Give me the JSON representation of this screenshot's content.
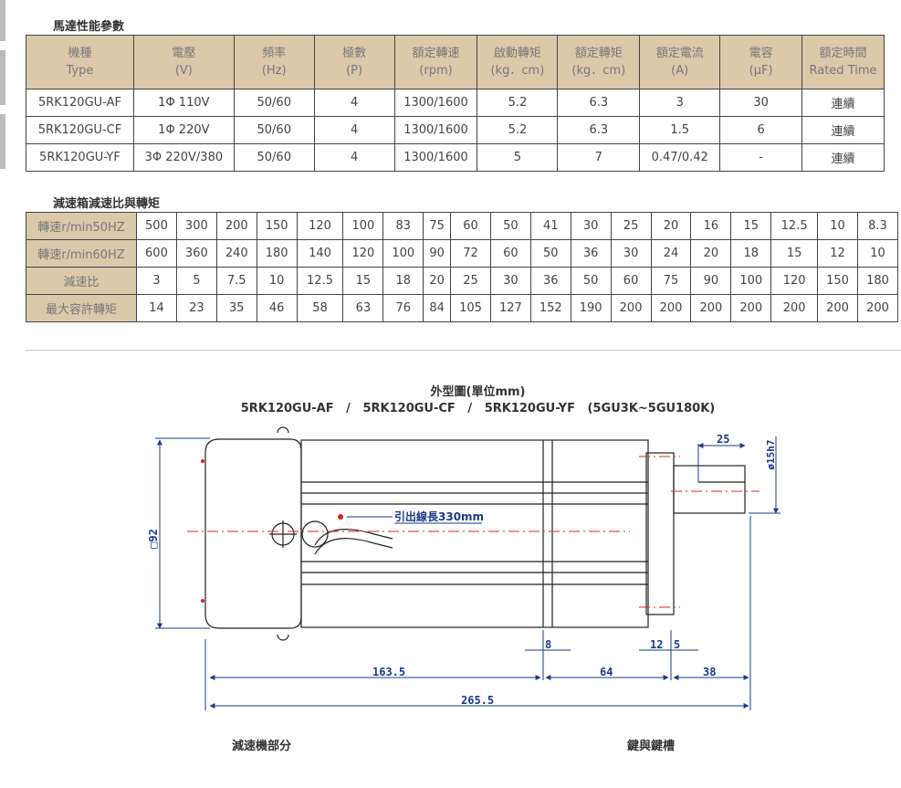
{
  "motor_section": {
    "title": "馬達性能參數",
    "headers": [
      [
        "機種",
        "Type"
      ],
      [
        "電壓",
        "(V)"
      ],
      [
        "頻率",
        "(Hz)"
      ],
      [
        "極數",
        "(P)"
      ],
      [
        "額定轉速",
        "(rpm)"
      ],
      [
        "啟動轉矩",
        "(kg．cm)"
      ],
      [
        "額定轉矩",
        "(kg．cm)"
      ],
      [
        "額定電流",
        "(A)"
      ],
      [
        "電容",
        "(μF)"
      ],
      [
        "額定時間",
        "Rated Time"
      ]
    ],
    "rows": [
      [
        "5RK120GU-AF",
        "1Φ 110V",
        "50/60",
        "4",
        "1300/1600",
        "5.2",
        "6.3",
        "3",
        "30",
        "連續"
      ],
      [
        "5RK120GU-CF",
        "1Φ 220V",
        "50/60",
        "4",
        "1300/1600",
        "5.2",
        "6.3",
        "1.5",
        "6",
        "連續"
      ],
      [
        "5RK120GU-YF",
        "3Φ 220V/380",
        "50/60",
        "4",
        "1300/1600",
        "5",
        "7",
        "0.47/0.42",
        "-",
        "連續"
      ]
    ]
  },
  "gear_section": {
    "title": "減速箱減速比與轉矩",
    "rows": [
      {
        "label": "轉速r/min50HZ",
        "values": [
          "500",
          "300",
          "200",
          "150",
          "120",
          "100",
          "83",
          "75",
          "60",
          "50",
          "41",
          "30",
          "25",
          "20",
          "16",
          "15",
          "12.5",
          "10",
          "8.3"
        ]
      },
      {
        "label": "轉速r/min60HZ",
        "values": [
          "600",
          "360",
          "240",
          "180",
          "140",
          "120",
          "100",
          "90",
          "72",
          "60",
          "50",
          "36",
          "30",
          "24",
          "20",
          "18",
          "15",
          "12",
          "10"
        ]
      },
      {
        "label": "減速比",
        "values": [
          "3",
          "5",
          "7.5",
          "10",
          "12.5",
          "15",
          "18",
          "20",
          "25",
          "30",
          "36",
          "50",
          "60",
          "75",
          "90",
          "100",
          "120",
          "150",
          "180"
        ]
      },
      {
        "label": "最大容許轉矩",
        "values": [
          "14",
          "23",
          "35",
          "46",
          "58",
          "63",
          "76",
          "84",
          "105",
          "127",
          "152",
          "190",
          "200",
          "200",
          "200",
          "200",
          "200",
          "200",
          "200"
        ]
      }
    ]
  },
  "drawing": {
    "title": "外型圖(單位mm)",
    "subtitle": "5RK120GU-AF   /   5RK120GU-CF   /   5RK120GU-YF   (5GU3K~5GU180K)",
    "dim_square": "□92",
    "dim_163": "163.5",
    "dim_64": "64",
    "dim_38": "38",
    "dim_265": "265.5",
    "dim_8": "8",
    "dim_12": "12",
    "dim_5": "5",
    "dim_25": "25",
    "dim_shaft": "ø15h7",
    "lead_label": "引出線長330mm"
  },
  "captions": {
    "left": "減速機部分",
    "right": "鍵與鍵槽"
  }
}
